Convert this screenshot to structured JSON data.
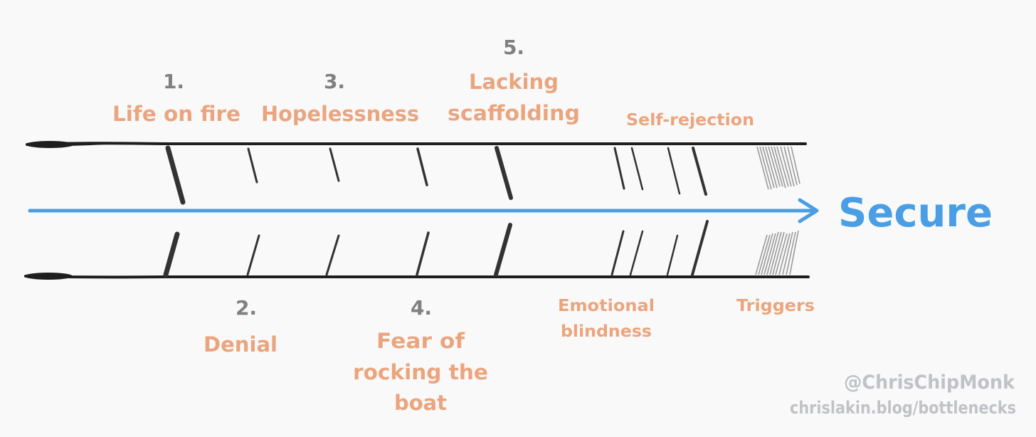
{
  "goal": {
    "label": "Secure",
    "color": "#4a9ee5"
  },
  "stages": [
    {
      "number": "1.",
      "label_lines": [
        "Life on fire"
      ]
    },
    {
      "number": "2.",
      "label_lines": [
        "Denial"
      ]
    },
    {
      "number": "3.",
      "label_lines": [
        "Hopelessness"
      ]
    },
    {
      "number": "4.",
      "label_lines": [
        "Fear of",
        "rocking the",
        "boat"
      ]
    },
    {
      "number": "5.",
      "label_lines": [
        "Lacking",
        "scaffolding"
      ]
    }
  ],
  "unnumbered": {
    "self_rejection": "Self-rejection",
    "emotional_blindness": [
      "Emotional",
      "blindness"
    ],
    "triggers": "Triggers"
  },
  "credits": {
    "handle": "@ChrisChipMonk",
    "url": "chrislakin.blog/bottlenecks"
  },
  "colors": {
    "label": "#eba57e",
    "number": "#808080",
    "rail": "#1e1e1e",
    "arrow": "#4a9ee5",
    "credit": "#c0c2c6"
  }
}
